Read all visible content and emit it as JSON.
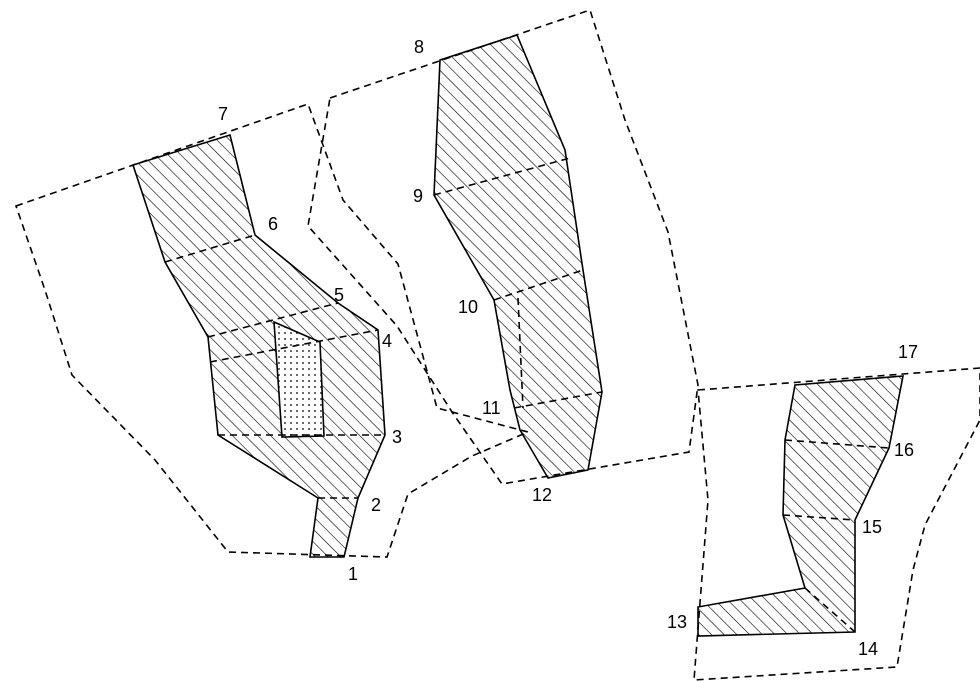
{
  "points": [
    {
      "id": "p1",
      "label": "1"
    },
    {
      "id": "p2",
      "label": "2"
    },
    {
      "id": "p3",
      "label": "3"
    },
    {
      "id": "p4",
      "label": "4"
    },
    {
      "id": "p5",
      "label": "5"
    },
    {
      "id": "p6",
      "label": "6"
    },
    {
      "id": "p7",
      "label": "7"
    },
    {
      "id": "p8",
      "label": "8"
    },
    {
      "id": "p9",
      "label": "9"
    },
    {
      "id": "p10",
      "label": "10"
    },
    {
      "id": "p11",
      "label": "11"
    },
    {
      "id": "p12",
      "label": "12"
    },
    {
      "id": "p13",
      "label": "13"
    },
    {
      "id": "p14",
      "label": "14"
    },
    {
      "id": "p15",
      "label": "15"
    },
    {
      "id": "p16",
      "label": "16"
    },
    {
      "id": "p17",
      "label": "17"
    }
  ],
  "colors": {
    "line": "#000000",
    "background": "#ffffff",
    "dot_fill": "#000000"
  }
}
